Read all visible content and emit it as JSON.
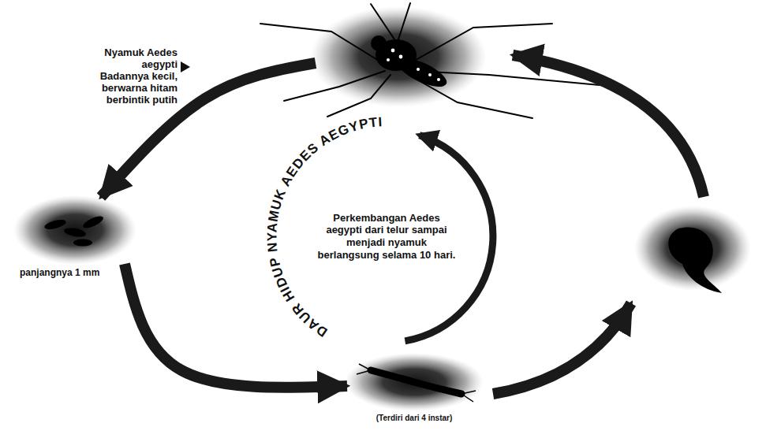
{
  "diagram": {
    "title": "DAUR HIDUP NYAMUK AEDES AEGYPTI",
    "nodes": [
      {
        "text": [
          "Nyamuk Aedes aegypti",
          "Badannya kecil, berwarna hitam berbintik putih"
        ]
      },
      {
        "text": [
          "panjangnya 1 mm"
        ]
      },
      {
        "text": [
          "(Terdiri dari 4 instar)"
        ]
      }
    ],
    "edges": [
      {
        "from": 0,
        "to": 1,
        "arrow": "to"
      },
      {
        "from": 1,
        "to": 2,
        "arrow": "to"
      }
    ],
    "labels": [
      "Perkembangan Aedes aegypti dari telur sampai menjadi nyamuk berlangsung selama 10 hari."
    ]
  }
}
